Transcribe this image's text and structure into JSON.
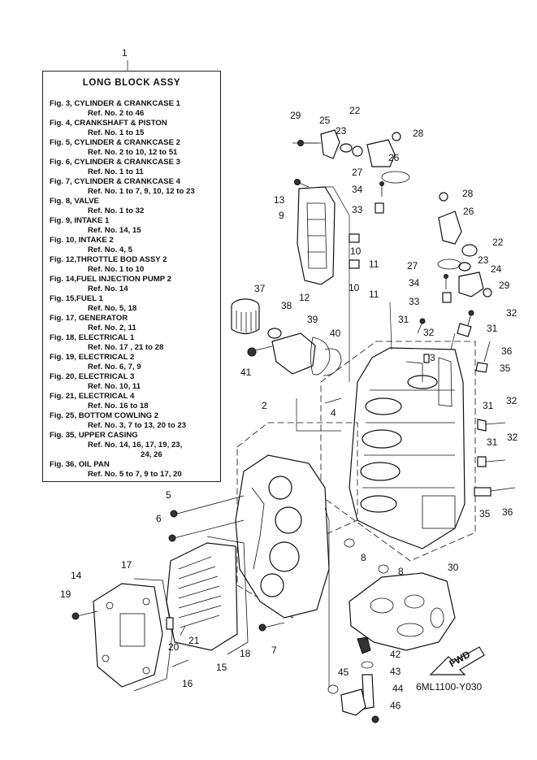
{
  "legend": {
    "callout": "1",
    "title": "LONG  BLOCK ASSY",
    "entries": [
      {
        "fig": "Fig. 3, CYLINDER & CRANKCASE 1",
        "ref": [
          "Ref. No. 2 to 46"
        ]
      },
      {
        "fig": "Fig. 4, CRANKSHAFT & PISTON",
        "ref": [
          "Ref. No. 1 to 15"
        ]
      },
      {
        "fig": "Fig. 5, CYLINDER & CRANKCASE 2",
        "ref": [
          "Ref. No. 2 to 10, 12 to 51"
        ]
      },
      {
        "fig": "Fig. 6, CYLINDER & CRANKCASE 3",
        "ref": [
          "Ref. No. 1 to 11"
        ]
      },
      {
        "fig": "Fig. 7, CYLINDER & CRANKCASE 4",
        "ref": [
          "Ref. No. 1 to 7, 9, 10, 12 to 23"
        ]
      },
      {
        "fig": "Fig. 8, VALVE",
        "ref": [
          "Ref. No. 1 to 32"
        ]
      },
      {
        "fig": "Fig. 9, INTAKE 1",
        "ref": [
          "Ref. No. 14, 15"
        ]
      },
      {
        "fig": "Fig. 10, INTAKE 2",
        "ref": [
          "Ref. No. 4, 5"
        ]
      },
      {
        "fig": "Fig. 12,THROTTLE BOD ASSY 2",
        "ref": [
          "Ref. No. 1 to 10"
        ]
      },
      {
        "fig": "Fig. 14,FUEL INJECTION PUMP 2",
        "ref": [
          "Ref. No. 14"
        ]
      },
      {
        "fig": "Fig. 15,FUEL 1",
        "ref": [
          "Ref. No. 5, 18"
        ]
      },
      {
        "fig": "Fig. 17, GENERATOR",
        "ref": [
          "Ref. No. 2, 11"
        ]
      },
      {
        "fig": "Fig. 18, ELECTRICAL 1",
        "ref": [
          "Ref. No. 17 , 21 to 28"
        ]
      },
      {
        "fig": "Fig. 19, ELECTRICAL 2",
        "ref": [
          "Ref. No. 6, 7, 9"
        ]
      },
      {
        "fig": "Fig. 20, ELECTRICAL 3",
        "ref": [
          "Ref. No. 10, 11"
        ]
      },
      {
        "fig": "Fig. 21, ELECTRICAL 4",
        "ref": [
          "Ref. No. 16 to 18"
        ]
      },
      {
        "fig": "Fig. 25, BOTTOM COWLING 2",
        "ref": [
          "Ref. No. 3, 7 to 13, 20 to 23"
        ]
      },
      {
        "fig": "Fig. 35, UPPER CASING",
        "ref": [
          "Ref. No. 14, 16, 17, 19, 23,",
          "24, 26"
        ]
      },
      {
        "fig": "Fig. 36, OIL PAN",
        "ref": [
          "Ref. No. 5 to 7, 9 to 17, 20"
        ]
      }
    ]
  },
  "diagram_code": "6ML1100-Y030",
  "fwd_label": "FWD",
  "callouts": [
    "2",
    "3",
    "4",
    "5",
    "6",
    "7",
    "8",
    "8",
    "9",
    "10",
    "10",
    "11",
    "11",
    "12",
    "13",
    "14",
    "15",
    "16",
    "17",
    "18",
    "19",
    "20",
    "21",
    "22",
    "22",
    "23",
    "23",
    "24",
    "25",
    "26",
    "26",
    "27",
    "27",
    "28",
    "28",
    "29",
    "29",
    "30",
    "31",
    "31",
    "31",
    "31",
    "32",
    "32",
    "32",
    "32",
    "33",
    "33",
    "34",
    "34",
    "35",
    "35",
    "36",
    "36",
    "37",
    "38",
    "39",
    "40",
    "41",
    "42",
    "43",
    "44",
    "45",
    "46"
  ]
}
